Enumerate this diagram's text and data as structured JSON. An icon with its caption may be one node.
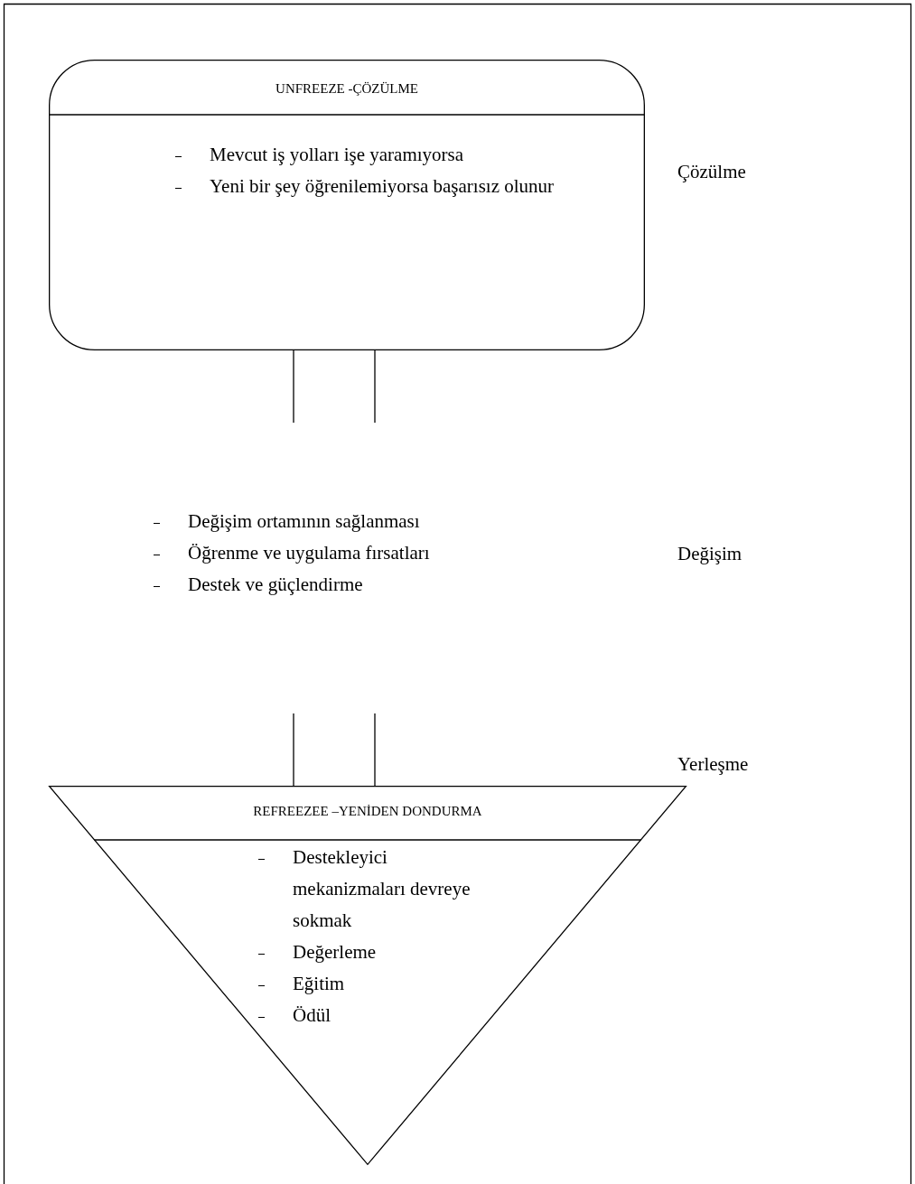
{
  "diagram": {
    "nodes": [
      {
        "text": [
          "UNFREEZE -ÇÖZÜLME",
          "Mevcut iş yolları işe yaramıyorsa",
          "Yeni bir şey öğrenilemiyorsa başarısız olunur"
        ]
      },
      {
        "text": [
          "REFREEZEE –YENİDEN DONDURMA",
          "Destekleyici mekanizmaları devreye sokmak",
          "Değerleme",
          "Eğitim",
          "Ödül"
        ]
      }
    ],
    "labels": [
      "Çözülme",
      "Değişim ortamının sağlanması",
      "Öğrenme ve uygulama fırsatları",
      "Destek ve güçlendirme",
      "Değişim",
      "Yerleşme"
    ]
  }
}
